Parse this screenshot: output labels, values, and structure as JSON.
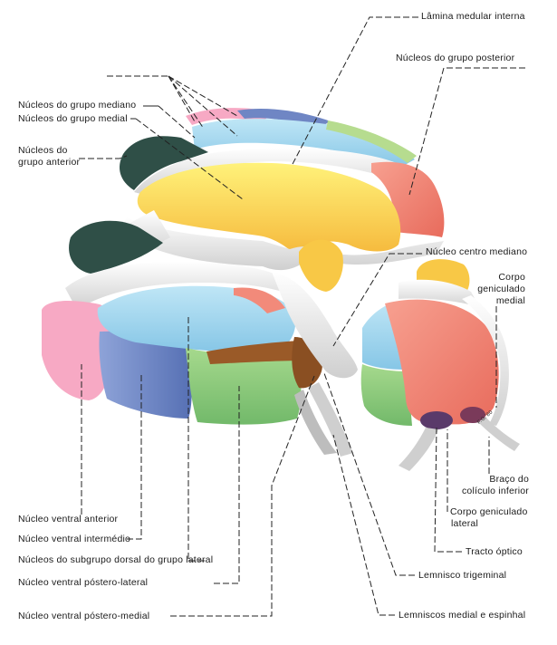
{
  "labels": {
    "lamina_medular_interna": "Lâmina medular interna",
    "grupo_posterior": "Núcleos do grupo posterior",
    "grupo_mediano": "Núcleos do grupo mediano",
    "grupo_medial": "Núcleos do grupo medial",
    "grupo_anterior_1": "Núcleos do",
    "grupo_anterior_2": "grupo anterior",
    "centro_mediano": "Núcleo centro mediano",
    "geniculado_medial_1": "Corpo",
    "geniculado_medial_2": "geniculado",
    "geniculado_medial_3": "medial",
    "braco_1": "Braço do",
    "braco_2": "colículo inferior",
    "geniculado_lateral_1": "Corpo geniculado",
    "geniculado_lateral_2": "lateral",
    "tracto_optico": "Tracto óptico",
    "lemnisco_trigeminal": "Lemnisco trigeminal",
    "lemniscos_medial": "Lemniscos medial e espinhal",
    "ventral_anterior": "Núcleo ventral anterior",
    "ventral_intermedio": "Núcleo ventral intermédio",
    "subgrupo_dorsal": "Núcleos do subgrupo dorsal do grupo lateral",
    "ventral_postero_lateral": "Núcleo ventral póstero-lateral",
    "ventral_postero_medial": "Núcleo ventral póstero-medial"
  },
  "signature": "F.G.'80",
  "colors": {
    "medial_yellow": "#fbd94e",
    "pulvinar_salmon": "#f28a7a",
    "lateral_dorsal_blue": "#9fd6ee",
    "anterior_dark": "#2f4f47",
    "ventral_anterior_pink": "#f7a9c4",
    "ventral_intermediate_blue": "#6f86c4",
    "ventral_posterolateral_green": "#8dca7f",
    "ventral_posteromedial_brown": "#9a5a28",
    "lamina_white": "#eeeeee",
    "geniculate_dark": "#5a3a6a"
  }
}
